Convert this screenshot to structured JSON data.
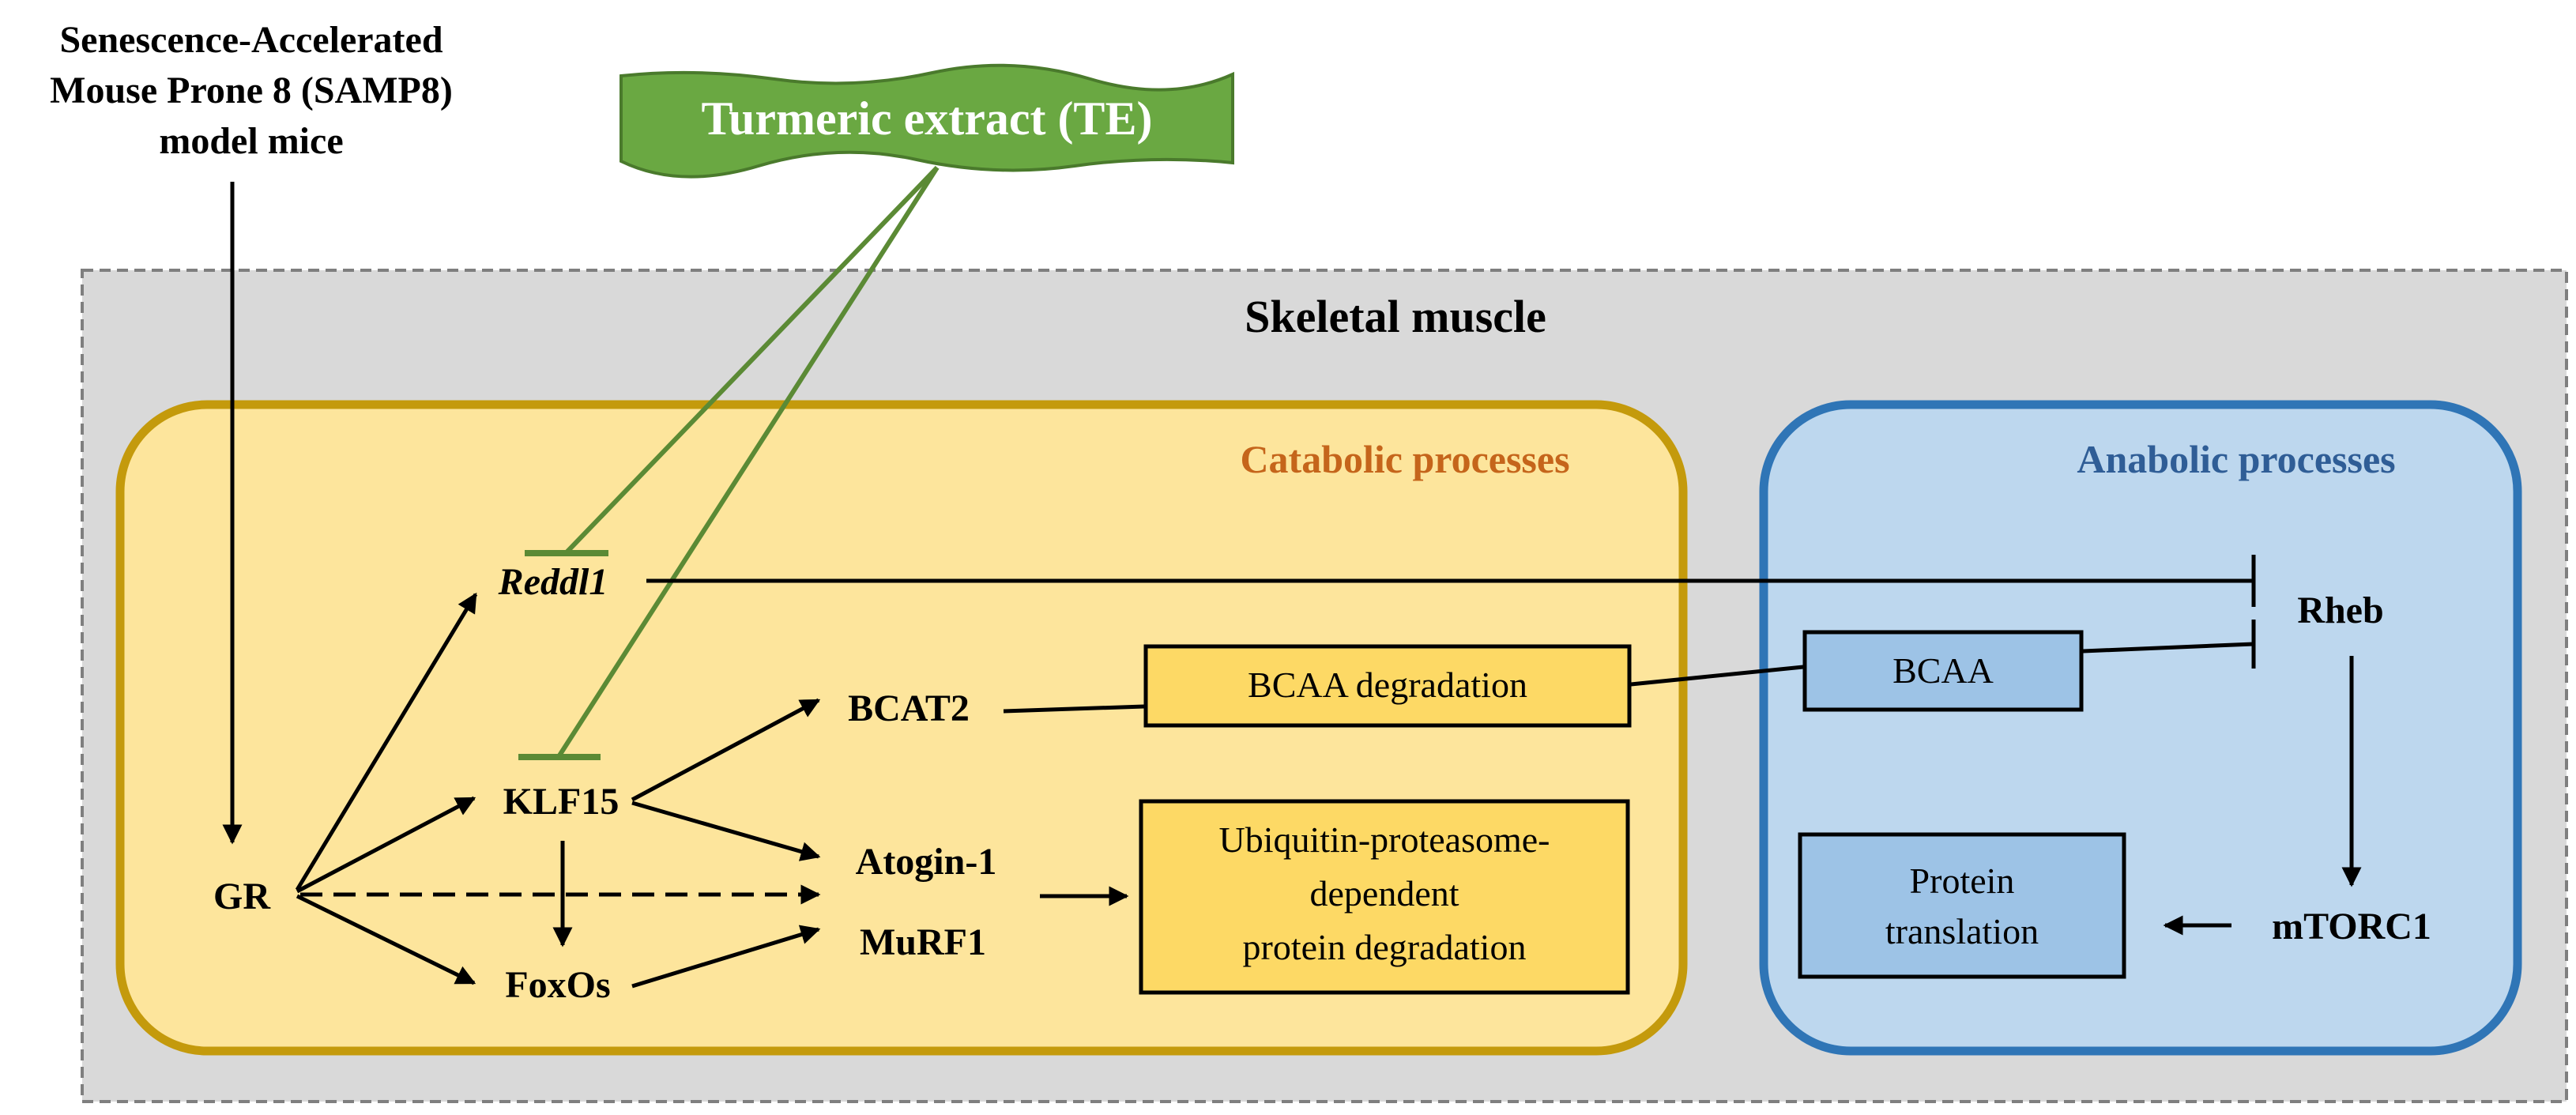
{
  "source_label": {
    "line1": "Senescence-Accelerated",
    "line2": "Mouse Prone 8 (SAMP8)",
    "line3": "model mice"
  },
  "treatment": {
    "label": "Turmeric extract (TE)"
  },
  "tissue": {
    "title": "Skeletal muscle"
  },
  "catabolic": {
    "title": "Catabolic processes",
    "nodes": {
      "gr": "GR",
      "reddl1": "Reddl1",
      "klf15": "KLF15",
      "foxos": "FoxOs",
      "bcat2": "BCAT2",
      "atogin": "Atogin-1",
      "murf1": "MuRF1"
    },
    "boxes": {
      "bcaa_degradation": "BCAA degradation",
      "ubiquitin_line1": "Ubiquitin-proteasome-",
      "ubiquitin_line2": "dependent",
      "ubiquitin_line3": "protein degradation"
    }
  },
  "anabolic": {
    "title": "Anabolic processes",
    "nodes": {
      "rheb": "Rheb",
      "mtorc1": "mTORC1"
    },
    "boxes": {
      "bcaa": "BCAA",
      "protein_line1": "Protein",
      "protein_line2": "translation"
    }
  },
  "colors": {
    "treatment_green": "#6aa842",
    "inhibit_green": "#5b8a35",
    "catabolic_fill": "#fde59c",
    "catabolic_border": "#c49a0c",
    "catabolic_title": "#c5651b",
    "anabolic_fill": "#bdd7ee",
    "anabolic_border": "#2f75b6",
    "anabolic_title": "#2f5d96",
    "tissue_fill": "#d9d9d9",
    "box_yellow": "#fdd965",
    "box_blue": "#9dc3e6"
  }
}
